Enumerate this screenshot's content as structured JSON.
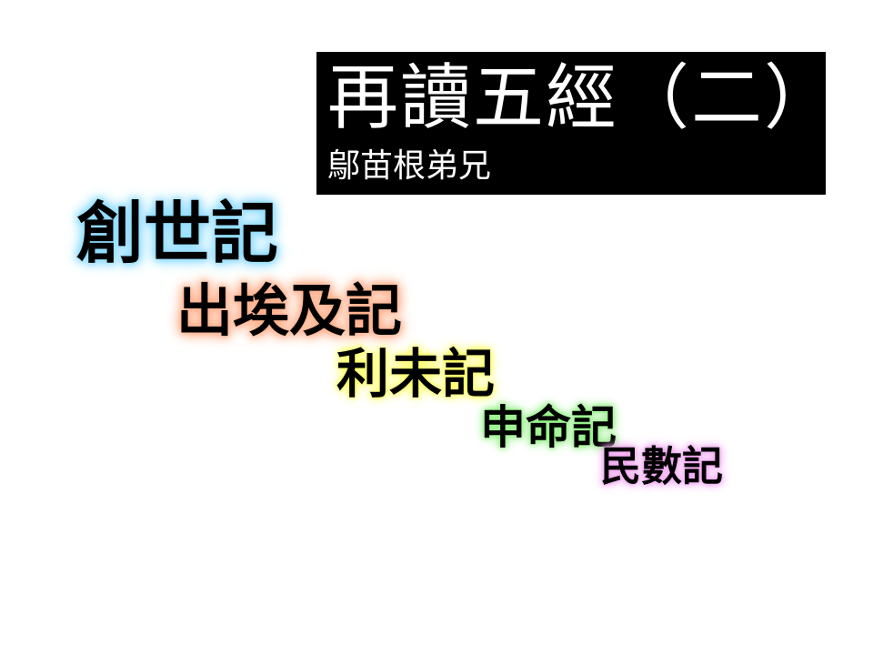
{
  "slide": {
    "title": "再讀五經（二）",
    "subtitle": "鄔苗根弟兄",
    "books": [
      {
        "label": "創世記",
        "glow_color": "#8fdcff"
      },
      {
        "label": "出埃及記",
        "glow_color": "#ffb08c"
      },
      {
        "label": "利未記",
        "glow_color": "#ffff60"
      },
      {
        "label": "申命記",
        "glow_color": "#8ef080"
      },
      {
        "label": "民數記",
        "glow_color": "#f0a0f0"
      }
    ]
  }
}
